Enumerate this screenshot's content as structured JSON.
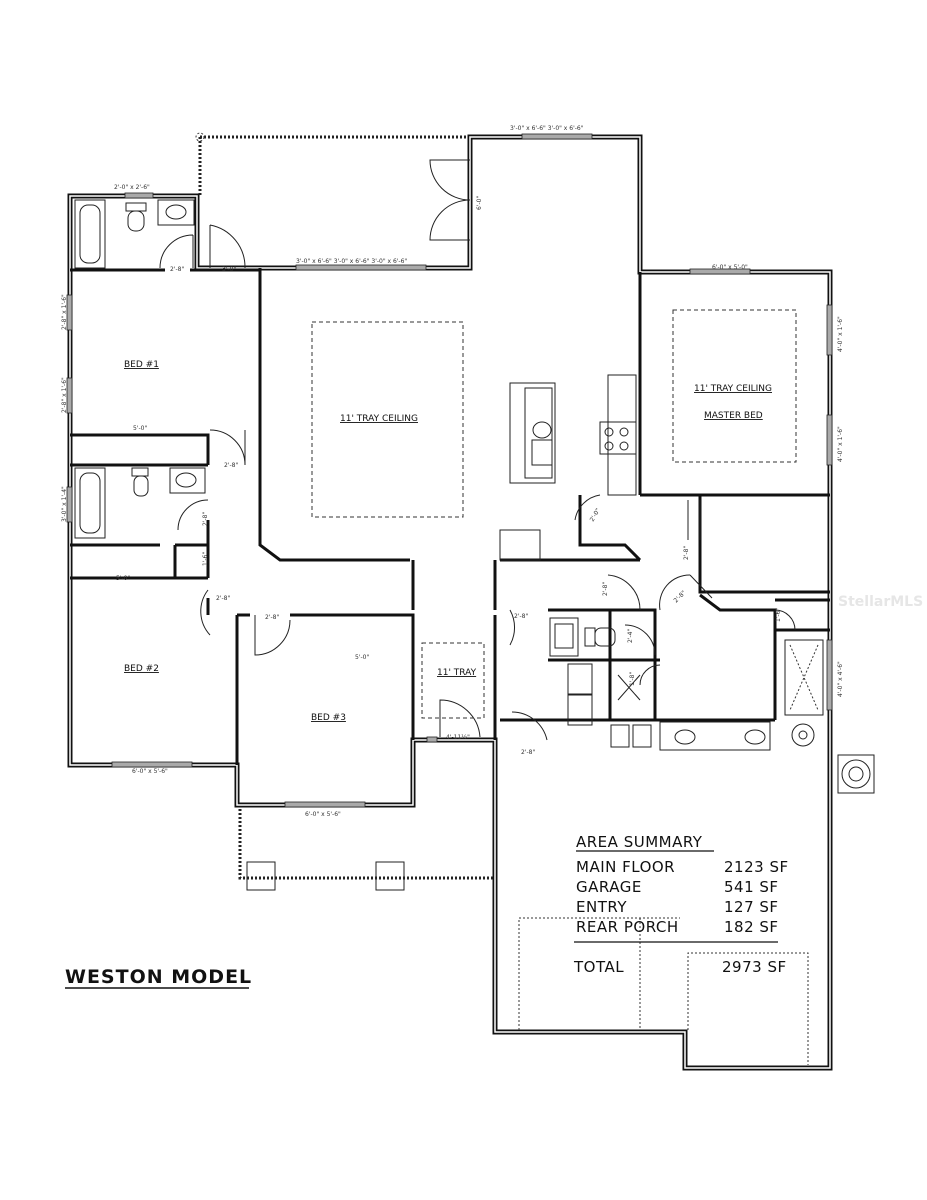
{
  "plan": {
    "title": "WESTON MODEL",
    "watermark": "StellarMLS",
    "rooms": {
      "bed1": "BED #1",
      "bed2": "BED #2",
      "bed3": "BED #3",
      "great_tray": "11' TRAY CEILING",
      "master_tray": "11' TRAY CEILING",
      "master": "MASTER BED",
      "entry_tray": "11' TRAY"
    },
    "dimensions": {
      "bath1_window": "2'-0\" x 2'-6\"",
      "rear_doors_top": "3'-0\" x 6'-6\"  3'-0\" x 6'-6\"",
      "porch_door": "6'-0\"",
      "great_windows": "3'-0\" x 6'-6\"  3'-0\" x 6'-6\"  3'-0\" x 6'-6\"",
      "bath1_door": "2'-8\"",
      "porch_side_door": "3'-0\"",
      "master_window": "6'-0\" x 5'-0\"",
      "bed1_window_a": "2'-8\" x 1'-6\"",
      "bed1_window_b": "2'-8\" x 1'-6\"",
      "bath2_window": "3'-0\" x 1'-4\"",
      "bed1_closet": "5'-0\"",
      "bed1_door": "2'-8\"",
      "bath2_door": "2'-8\"",
      "linen_door": "1'-6\"",
      "bed2_closet": "5'-0\"",
      "bed2_door": "2'-8\"",
      "bed3_door": "2'-8\"",
      "bed3_closet": "5'-0\"",
      "bed2_window": "6'-0\" x 5'-6\"",
      "bed3_window": "6'-0\" x 5'-6\"",
      "entry_door": "4'-11½\"",
      "laundry_door": "2'-8\"",
      "garage_door": "2'-8\"",
      "hall_door": "2'-8\"",
      "pantry_door": "2'-0\"",
      "master_door": "2'-8\"",
      "master_bath_door": "2'-8\"",
      "wc_door": "2'-4\"",
      "closet_door": "1'-8\"",
      "linen2_door": "1'-6\"",
      "master_window_a": "4'-0\" x 1'-6\"",
      "master_window_b": "4'-0\" x 1'-6\"",
      "shower_window": "4'-0\" x 4'-6\""
    },
    "area_summary": {
      "heading": "AREA SUMMARY",
      "rows": [
        {
          "label": "MAIN FLOOR",
          "value": "2123 SF"
        },
        {
          "label": "GARAGE",
          "value": "541 SF"
        },
        {
          "label": "ENTRY",
          "value": "127 SF"
        },
        {
          "label": "REAR PORCH",
          "value": "182 SF"
        }
      ],
      "total_label": "TOTAL",
      "total_value": "2973 SF"
    }
  }
}
